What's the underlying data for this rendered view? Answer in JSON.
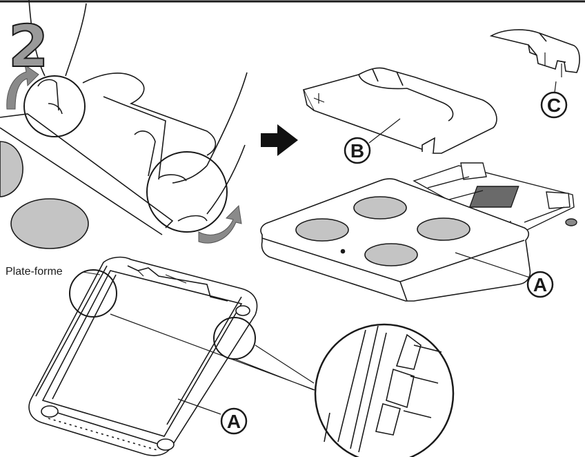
{
  "step_number": "2",
  "platform_label": "Plate-forme",
  "callouts": {
    "a_top": "A",
    "a_bottom": "A",
    "b": "B",
    "c": "C"
  },
  "colors": {
    "ink": "#1a1a1a",
    "pad_gray": "#c4c4c4",
    "arrow_gray": "#8a8a8a",
    "step_gray": "#9a9a9a"
  },
  "icons": [
    "rotate-arrow-icon",
    "next-step-arrow-icon"
  ]
}
